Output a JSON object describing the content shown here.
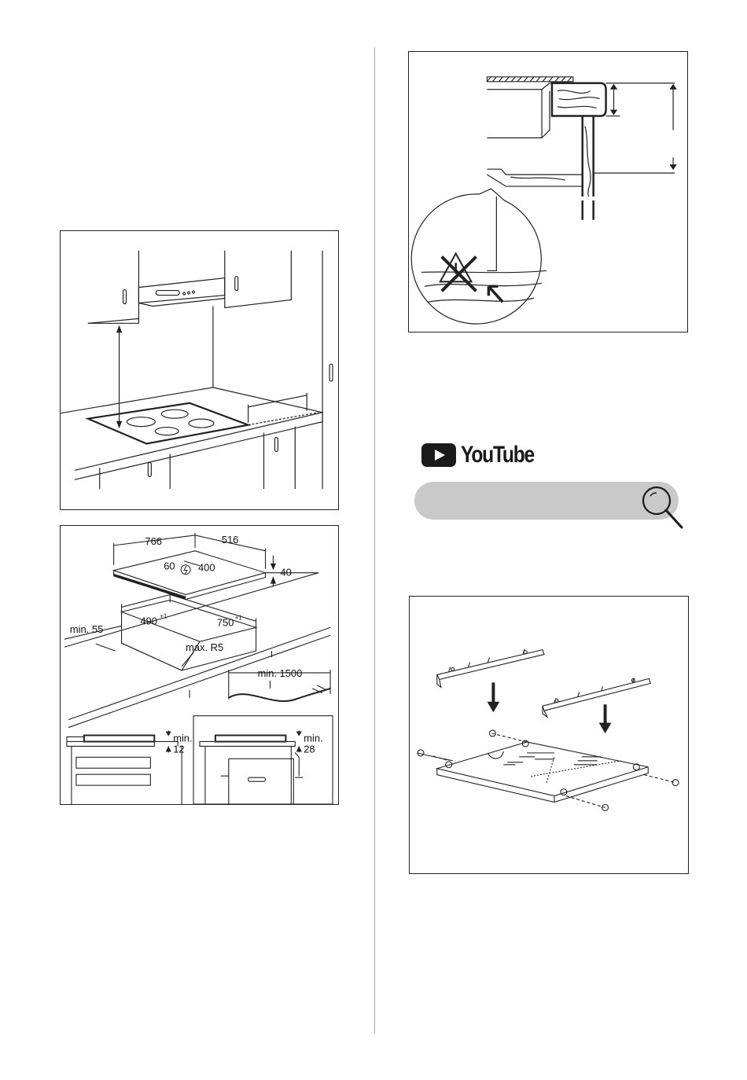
{
  "brand": {
    "name": "YouTube",
    "icon": "youtube-play-icon",
    "color": "#1a1a1a"
  },
  "search": {
    "icon": "magnifier-icon",
    "bar_color": "#c9c9c9"
  },
  "dimensions_figure": {
    "width": "766",
    "depth": "516",
    "offset_60": "60",
    "offset_400": "400",
    "height": "40",
    "cutout_depth": "490",
    "cutout_depth_tol": "+1",
    "cutout_width": "750",
    "cutout_width_tol": "+1",
    "front_clearance": "min. 55",
    "corner_radius": "max. R5",
    "cable_length": "min. 1500",
    "drawer_clearance_label": "min.",
    "drawer_clearance_value": "12",
    "oven_clearance_label": "min.",
    "oven_clearance_value": "28"
  }
}
